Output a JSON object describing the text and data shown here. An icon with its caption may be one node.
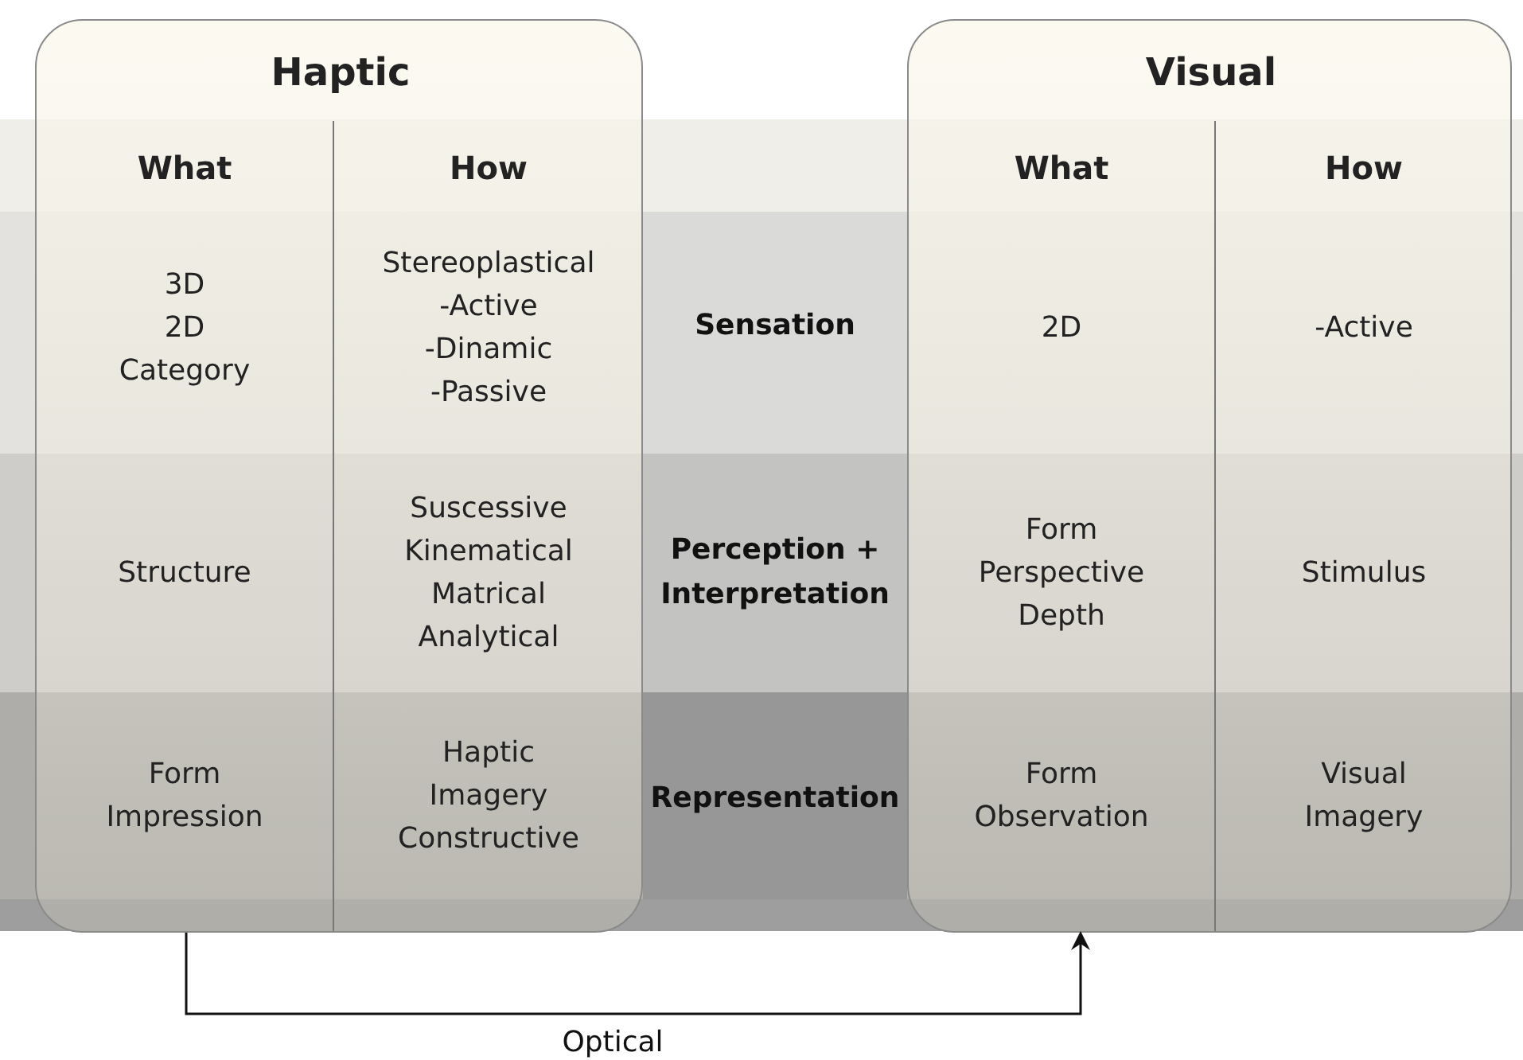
{
  "diagram": {
    "nodes": [
      {
        "text": [
          "Haptic",
          "What",
          "How",
          "3D 2D Category",
          "Stereoplastical -Active -Dinamic -Passive",
          "Structure",
          "Suscessive Kinematical Matrical Analytical",
          "Form Impression",
          "Haptic Imagery Constructive"
        ]
      },
      {
        "text": [
          "Visual",
          "What",
          "How",
          "2D",
          "-Active",
          "Form Perspective Depth",
          "Stimulus",
          "Form Observation",
          "Visual Imagery"
        ]
      }
    ],
    "edges": [
      {
        "from": 0,
        "to": 1,
        "arrow": "to",
        "label": "Optical"
      }
    ],
    "labels": [
      "Sensation",
      "Perception + Interpretation",
      "Representation"
    ]
  }
}
